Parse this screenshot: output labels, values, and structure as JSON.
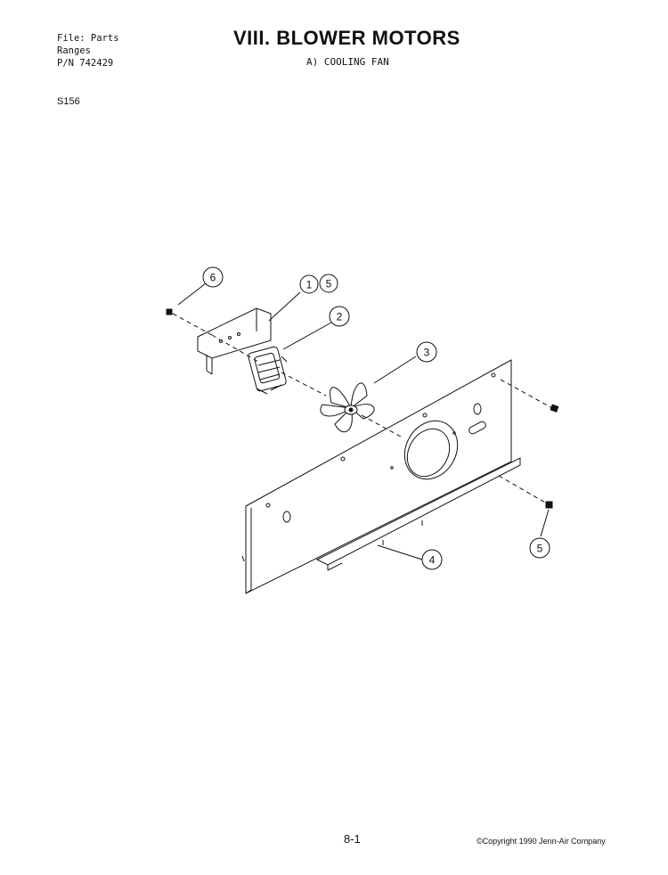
{
  "header": {
    "file_line1": "File: Parts",
    "file_line2": "Ranges",
    "file_line3": "P/N 742429",
    "title": "VIII. BLOWER MOTORS",
    "subtitle": "A) COOLING FAN",
    "model": "S156"
  },
  "callouts": {
    "c6": "6",
    "c1": "1",
    "c5a": "5",
    "c2": "2",
    "c3": "3",
    "c5b": "5",
    "c4": "4"
  },
  "footer": {
    "page_number": "8-1",
    "copyright": "©Copyright 1990 Jenn-Air Company"
  }
}
